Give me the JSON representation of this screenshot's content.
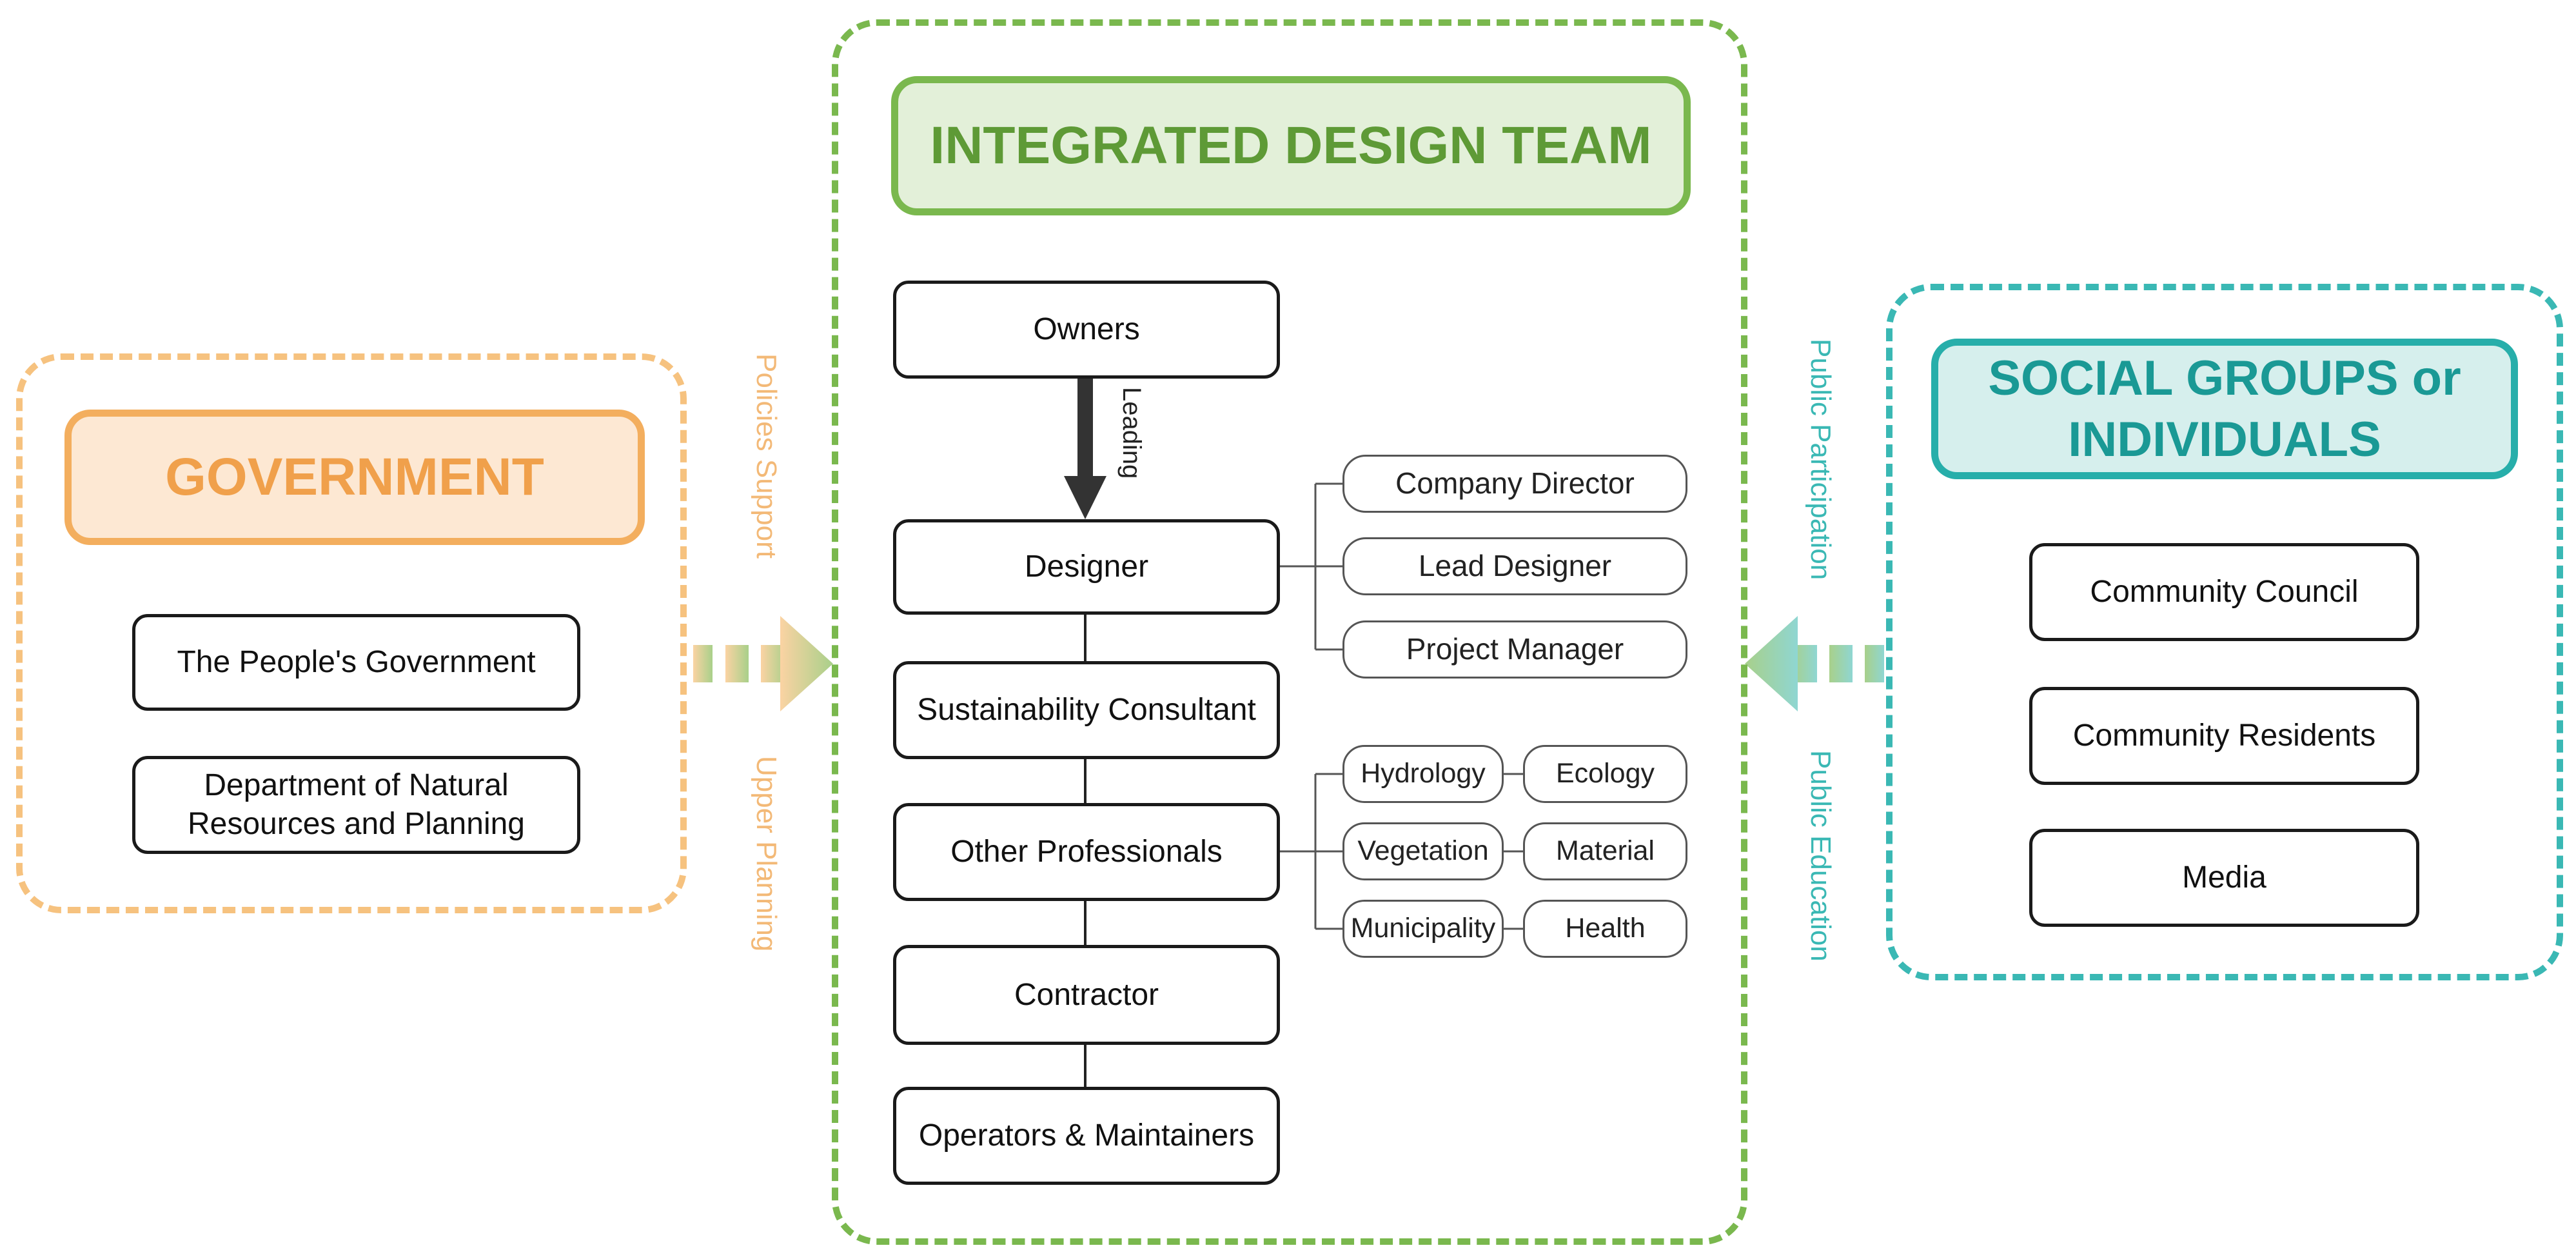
{
  "government": {
    "title": "GOVERNMENT",
    "items": [
      "The People's Government",
      "Department of Natural Resources and Planning"
    ],
    "labels": {
      "top": "Policies Support",
      "bottom": "Upper Planning"
    }
  },
  "team": {
    "title": "INTEGRATED DESIGN TEAM",
    "leading_label": "Leading",
    "chain": [
      "Owners",
      "Designer",
      "Sustainability Consultant",
      "Other Professionals",
      "Contractor",
      "Operators & Maintainers"
    ],
    "designer_roles": [
      "Company Director",
      "Lead Designer",
      "Project Manager"
    ],
    "professionals": [
      [
        "Hydrology",
        "Ecology"
      ],
      [
        "Vegetation",
        "Material"
      ],
      [
        "Municipality",
        "Health"
      ]
    ]
  },
  "social": {
    "title": "SOCIAL GROUPS or INDIVIDUALS",
    "items": [
      "Community Council",
      "Community Residents",
      "Media"
    ],
    "labels": {
      "top": "Public Participation",
      "bottom": "Public Education"
    }
  },
  "colors": {
    "government": "#f3ae5e",
    "team": "#7ab84e",
    "social": "#27aeaa",
    "arrow_left_start": "#fbd3a3",
    "arrow_left_end": "#a8d08a",
    "arrow_right_start": "#8fd6d2",
    "arrow_right_end": "#a8d08a"
  },
  "icons": [
    "dashed-arrow-right-icon",
    "dashed-arrow-left-icon",
    "down-arrow-icon"
  ]
}
